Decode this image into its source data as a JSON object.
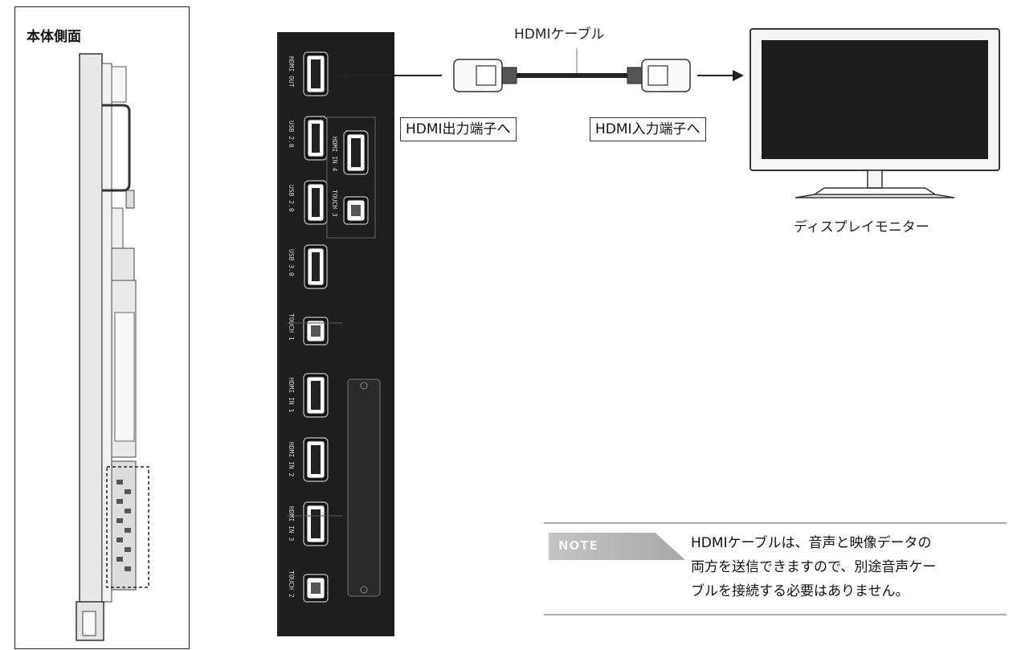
{
  "side_view": {
    "title": "本体側面"
  },
  "port_panel": {
    "ports": [
      {
        "label": "HDMI OUT",
        "icon": "hdmi-port-icon"
      },
      {
        "label": "USB 2.0",
        "icon": "usb-port-icon"
      },
      {
        "label": "USB 2.0",
        "icon": "usb-port-icon"
      },
      {
        "label": "USB 3.0",
        "icon": "usb-port-icon"
      },
      {
        "label": "TOUCH 1",
        "icon": "usb-b-port-icon"
      },
      {
        "label": "HDMI IN 1",
        "icon": "hdmi-port-icon"
      },
      {
        "label": "HDMI IN 2",
        "icon": "hdmi-port-icon"
      },
      {
        "label": "HDMI IN 3",
        "icon": "hdmi-port-icon"
      },
      {
        "label": "TOUCH 2",
        "icon": "usb-b-port-icon"
      }
    ],
    "inner_ports": [
      {
        "label": "HDMI IN 4",
        "icon": "hdmi-port-icon"
      },
      {
        "label": "TOUCH 3",
        "icon": "usb-b-port-icon"
      }
    ]
  },
  "cable": {
    "label": "HDMIケーブル",
    "out_label": "HDMI出力端子へ",
    "in_label": "HDMI入力端子へ"
  },
  "monitor": {
    "label": "ディスプレイモニター",
    "screen_color": "#1c1c1c"
  },
  "note": {
    "tag": "NOTE",
    "lines": [
      "HDMIケーブルは、音声と映像データの",
      "両方を送信できますので、別途音声ケー",
      "ブルを接続する必要はありません。"
    ]
  }
}
